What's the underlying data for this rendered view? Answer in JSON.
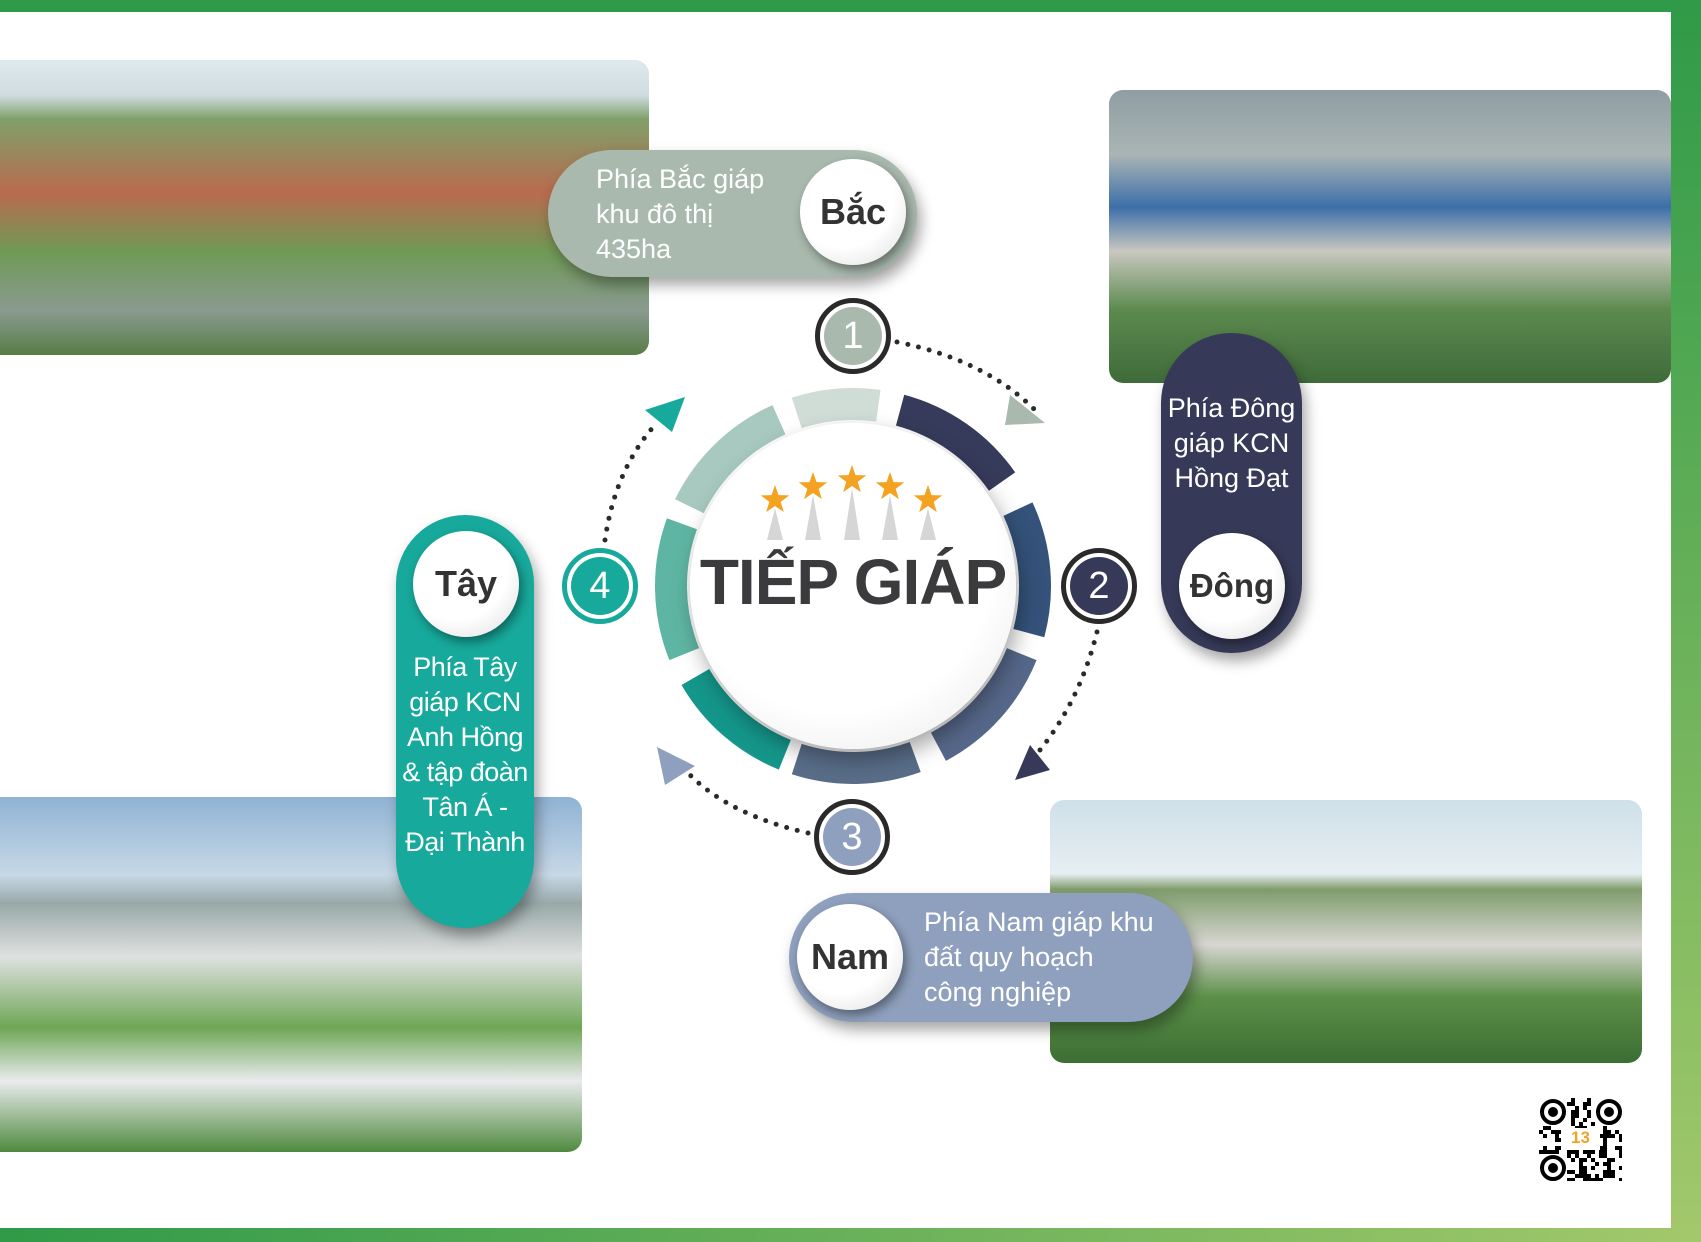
{
  "center": {
    "title": "TIẾP GIÁP",
    "stars": 5
  },
  "directions": {
    "north": {
      "number": "1",
      "label": "Bắc",
      "text": [
        "Phía Bắc giáp",
        "khu đô thị",
        "435ha"
      ],
      "color": "#a9b9ad"
    },
    "east": {
      "number": "2",
      "label": "Đông",
      "text": [
        "Phía Đông",
        "giáp KCN",
        "Hồng Đạt"
      ],
      "color": "#363a58"
    },
    "south": {
      "number": "3",
      "label": "Nam",
      "text": [
        "Phía Nam giáp khu",
        "đất quy hoạch",
        "công nghiệp"
      ],
      "color": "#8ea0bd"
    },
    "west": {
      "number": "4",
      "label": "Tây",
      "text": [
        "Phía Tây",
        "giáp KCN",
        "Anh Hồng",
        "& tập đoàn",
        "Tân Á -",
        "Đại Thành"
      ],
      "color": "#17a99b"
    }
  },
  "page_number": "13",
  "accent": "#2f9a48",
  "star_color": "#f3a321"
}
